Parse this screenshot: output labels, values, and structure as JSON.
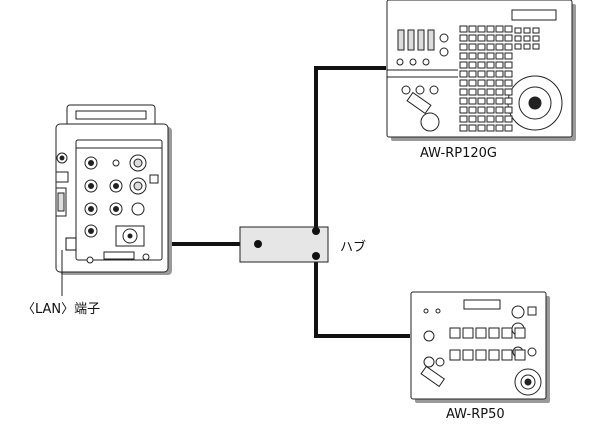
{
  "labels": {
    "rp120g": "AW-RP120G",
    "rp50": "AW-RP50",
    "hub": "ハブ",
    "lan_port": "〈LAN〉端子"
  },
  "colors": {
    "cable": "#111111",
    "hub_fill": "#e6e6e6",
    "device_fill": "#ffffff",
    "device_shadow": "#9a9a9a",
    "line": "#222222"
  },
  "icons": {
    "camera": "camera-rear-panel-icon",
    "controller_large": "remote-camera-controller-large-icon",
    "controller_small": "remote-camera-controller-small-icon",
    "hub": "network-hub-icon"
  }
}
